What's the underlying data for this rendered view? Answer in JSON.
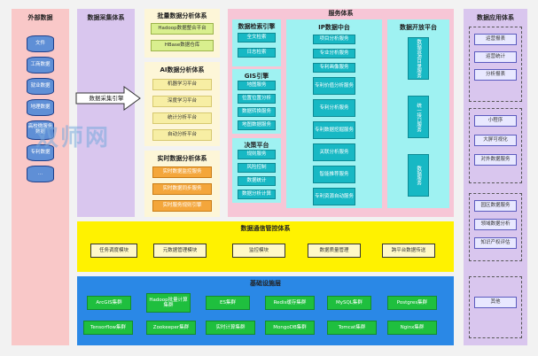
{
  "external": {
    "title": "外部数据",
    "items": [
      "文件",
      "工商数据",
      "就业数据",
      "地理数据",
      "高校微服务数据",
      "专利数据",
      "..."
    ]
  },
  "collection": {
    "title": "数据采集体系",
    "engine": "数据采集引擎"
  },
  "batch": {
    "title": "批量数据分析体系",
    "items": [
      "Hadoop数据整合平台",
      "HBase数据仓库"
    ]
  },
  "ai": {
    "title": "AI数据分析体系",
    "items": [
      "机器学习平台",
      "深度学习平台",
      "统计分析平台",
      "自动分析平台"
    ]
  },
  "realtime": {
    "title": "实时数据分析体系",
    "items": [
      "实时数据监控服务",
      "实时数据同步服务",
      "实时服务规则引擎"
    ]
  },
  "service": {
    "title": "服务体系",
    "search": {
      "title": "数据检索引擎",
      "items": [
        "全文检索",
        "日志检索"
      ]
    },
    "gis": {
      "title": "GIS引擎",
      "items": [
        "地图服务",
        "位置位置分析",
        "数据转换服务",
        "地图数据服务"
      ]
    },
    "decision": {
      "title": "决策平台",
      "items": [
        "规则服务",
        "风险控制",
        "数据统计",
        "数据分析计算"
      ]
    },
    "ip": {
      "title": "IP数据中台",
      "items": [
        "项目分析服务",
        "专业分析服务",
        "专利画像服务",
        "专利价值分析服务",
        "专利分析服务",
        "专利数据挖掘服务",
        "关联分析服务",
        "智能推荐服务",
        "专利资源自动服务"
      ]
    },
    "open": {
      "title": "数据开放平台",
      "items": [
        "数据资源目录服务",
        "统一接口服务",
        "数据服务"
      ]
    }
  },
  "governance": {
    "title": "数据通信管控体系",
    "items": [
      "任务调度模块",
      "元数据管理模块",
      "监控模块",
      "数据质量管理",
      "跨平台数据传送"
    ]
  },
  "infra": {
    "title": "基础设施层",
    "row1": [
      "ArcGIS集群",
      "Hadoop批量计算集群",
      "ES集群",
      "Redis缓存集群",
      "MySQL集群",
      "Postgres集群"
    ],
    "row2": [
      "Tensorflow集群",
      "Zookeeper集群",
      "实时计算集群",
      "MongoDB集群",
      "Tomcat集群",
      "Nginx集群"
    ]
  },
  "apps": {
    "title": "数据应用体系",
    "group1": [
      "运营报表",
      "运营统计",
      "分析报表"
    ],
    "group2": [
      "小程序",
      "大屏可视化",
      "对外数据服务"
    ],
    "group3": [
      "园区数据服务",
      "领域数据分析",
      "知识产权评估"
    ],
    "group4": [
      "其他"
    ]
  },
  "watermark": "双师网"
}
